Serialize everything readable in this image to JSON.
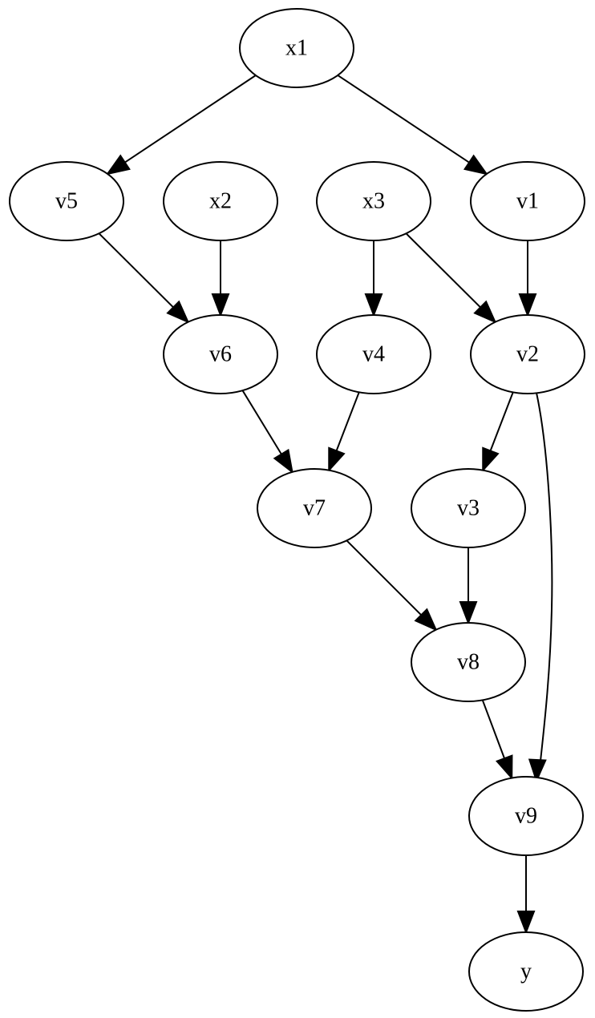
{
  "graph": {
    "nodes": [
      {
        "id": "x1",
        "label": "x1"
      },
      {
        "id": "v5",
        "label": "v5"
      },
      {
        "id": "x2",
        "label": "x2"
      },
      {
        "id": "x3",
        "label": "x3"
      },
      {
        "id": "v1",
        "label": "v1"
      },
      {
        "id": "v6",
        "label": "v6"
      },
      {
        "id": "v4",
        "label": "v4"
      },
      {
        "id": "v2",
        "label": "v2"
      },
      {
        "id": "v7",
        "label": "v7"
      },
      {
        "id": "v3",
        "label": "v3"
      },
      {
        "id": "v8",
        "label": "v8"
      },
      {
        "id": "v9",
        "label": "v9"
      },
      {
        "id": "y",
        "label": "y"
      }
    ],
    "edges": [
      {
        "from": "x1",
        "to": "v5"
      },
      {
        "from": "x1",
        "to": "v1"
      },
      {
        "from": "v5",
        "to": "v6"
      },
      {
        "from": "x2",
        "to": "v6"
      },
      {
        "from": "x3",
        "to": "v4"
      },
      {
        "from": "x3",
        "to": "v2"
      },
      {
        "from": "v1",
        "to": "v2"
      },
      {
        "from": "v6",
        "to": "v7"
      },
      {
        "from": "v4",
        "to": "v7"
      },
      {
        "from": "v2",
        "to": "v3"
      },
      {
        "from": "v2",
        "to": "v9"
      },
      {
        "from": "v7",
        "to": "v8"
      },
      {
        "from": "v3",
        "to": "v8"
      },
      {
        "from": "v8",
        "to": "v9"
      },
      {
        "from": "v9",
        "to": "y"
      }
    ]
  }
}
